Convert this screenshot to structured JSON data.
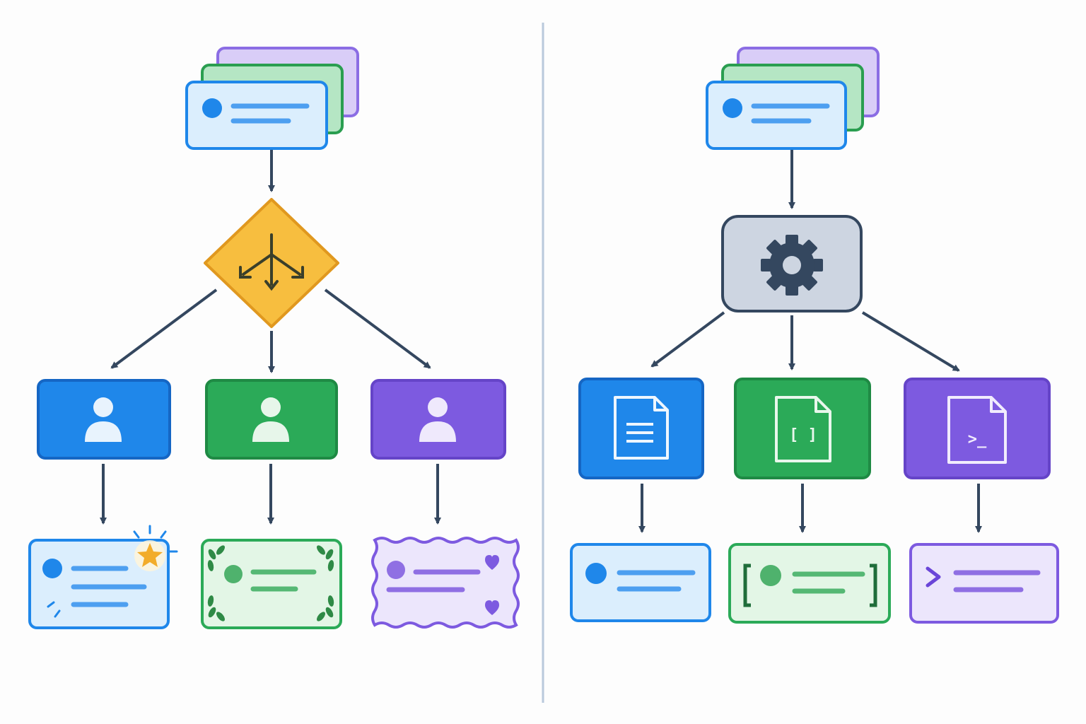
{
  "colors": {
    "background": "#fdfdfd",
    "divider": "#b9c9dc",
    "arrow": "#34475f",
    "blue": "#1f87ea",
    "blue_light": "#dbeefd",
    "blue_line": "#4d9ff0",
    "green": "#2baa58",
    "green_dark": "#1f8a44",
    "green_light": "#e3f6e6",
    "green_line": "#55b874",
    "purple": "#7d5ae0",
    "purple_light": "#ece6fc",
    "purple_line": "#8f6fe3",
    "yellow": "#f7be3f",
    "yellow_border": "#e0981f",
    "gray": "#cdd5e1",
    "gray_border": "#34475f"
  },
  "left_panel": {
    "input_stack": {
      "icon": "message-card-stack-icon"
    },
    "decision": {
      "icon": "split-arrows-icon"
    },
    "branches": [
      {
        "color": "blue",
        "icon": "person-icon",
        "output_style": "sparkle-star"
      },
      {
        "color": "green",
        "icon": "person-icon",
        "output_style": "laurel-wreath"
      },
      {
        "color": "purple",
        "icon": "person-icon",
        "output_style": "wavy-hearts"
      }
    ]
  },
  "right_panel": {
    "input_stack": {
      "icon": "message-card-stack-icon"
    },
    "processor": {
      "icon": "gear-icon"
    },
    "branches": [
      {
        "color": "blue",
        "icon": "text-document-icon",
        "output_style": "plain"
      },
      {
        "color": "green",
        "icon": "code-document-icon",
        "icon_text": "[ ]",
        "output_style": "bracketed"
      },
      {
        "color": "purple",
        "icon": "terminal-document-icon",
        "icon_text": ">_",
        "output_style": "terminal-prompt"
      }
    ]
  }
}
